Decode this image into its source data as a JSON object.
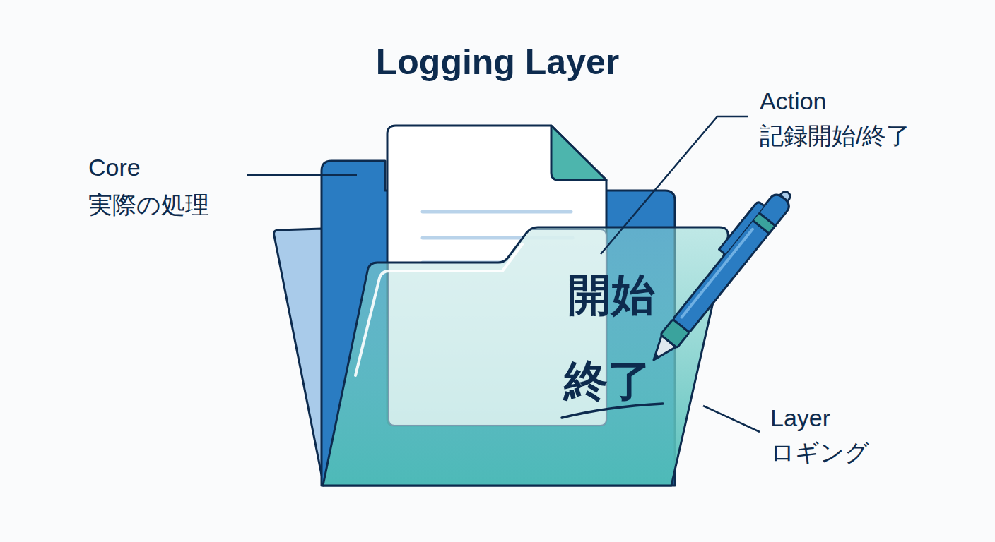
{
  "diagram": {
    "title": "Logging Layer",
    "nodes": [
      {
        "text": [
          "開始",
          "終了"
        ]
      }
    ],
    "labels": [
      "Core",
      "実際の処理",
      "Action",
      "記録開始/終了",
      "Layer",
      "ロギング"
    ]
  }
}
